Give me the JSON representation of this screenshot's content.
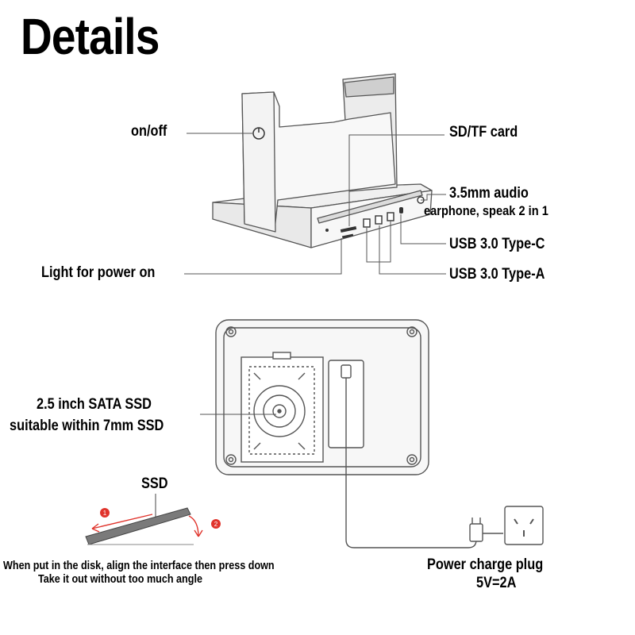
{
  "title": "Details",
  "callouts": {
    "on_off": "on/off",
    "sd_tf": "SD/TF card",
    "audio_line1": "3.5mm audio",
    "audio_line2": "earphone, speak 2 in 1",
    "usb_c": "USB 3.0 Type-C",
    "usb_a": "USB 3.0 Type-A",
    "light": "Light for power on",
    "ssd_line1": "2.5 inch SATA SSD",
    "ssd_line2": "suitable within 7mm SSD",
    "ssd_tag": "SSD",
    "step1": "1",
    "step2": "2",
    "insert_line1": "When put in the disk, align the interface then press down",
    "insert_line2": "Take it out without too much angle",
    "plug_line1": "Power charge plug",
    "plug_line2": "5V=2A"
  },
  "colors": {
    "ink": "#000000",
    "line": "#555555",
    "accent": "#e0342c",
    "fill": "#f4f4f4"
  }
}
